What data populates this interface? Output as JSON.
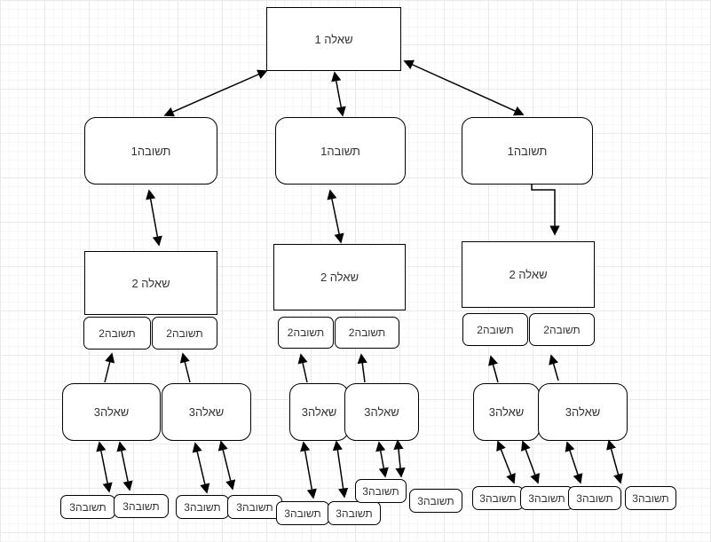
{
  "nodes": {
    "q1": "שאלה 1",
    "a1_left": "תשובה1",
    "a1_mid": "תשובה1",
    "a1_right": "תשובה1",
    "q2_left": "שאלה 2",
    "q2_mid": "שאלה 2",
    "q2_right": "שאלה 2",
    "a2_left_1": "תשובה2",
    "a2_left_2": "תשובה2",
    "a2_mid_1": "תשובה2",
    "a2_mid_2": "תשובה2",
    "a2_right_1": "תשובה2",
    "a2_right_2": "תשובה2",
    "q3_l1": "שאלה3",
    "q3_l2": "שאלה3",
    "q3_m1": "שאלה3",
    "q3_m2": "שאלה3",
    "q3_r1": "שאלה3",
    "q3_r2": "שאלה3",
    "a3_1": "תשובה3",
    "a3_2": "תשובה3",
    "a3_3": "תשובה3",
    "a3_4": "תשובה3",
    "a3_5": "תשובה3",
    "a3_6": "תשובה3",
    "a3_7": "תשובה3",
    "a3_8": "תשובה3",
    "a3_9": "תשובה3",
    "a3_10": "תשובה3",
    "a3_11": "תשובה3",
    "a3_12": "תשובה3"
  },
  "edges": [
    {
      "from": "q1",
      "to": "a1_left",
      "style": "double-arrow"
    },
    {
      "from": "q1",
      "to": "a1_mid",
      "style": "double-arrow"
    },
    {
      "from": "q1",
      "to": "a1_right",
      "style": "double-arrow"
    },
    {
      "from": "a1_left",
      "to": "q2_left",
      "style": "double-arrow"
    },
    {
      "from": "a1_mid",
      "to": "q2_mid",
      "style": "double-arrow"
    },
    {
      "from": "a1_right",
      "to": "q2_right",
      "style": "arrow-orthogonal"
    },
    {
      "from": "q3_l1",
      "to": "a2_left_1",
      "style": "arrow"
    },
    {
      "from": "q3_l2",
      "to": "a2_left_2",
      "style": "arrow"
    },
    {
      "from": "q3_m1",
      "to": "a2_mid_1",
      "style": "arrow"
    },
    {
      "from": "q3_m2",
      "to": "a2_mid_2",
      "style": "arrow"
    },
    {
      "from": "q3_r1",
      "to": "a2_right_1",
      "style": "arrow"
    },
    {
      "from": "q3_r2",
      "to": "a2_right_2",
      "style": "arrow"
    },
    {
      "from": "q3_l1",
      "to": "a3_1",
      "style": "double-arrow"
    },
    {
      "from": "q3_l1",
      "to": "a3_2",
      "style": "double-arrow"
    },
    {
      "from": "q3_l2",
      "to": "a3_3",
      "style": "double-arrow"
    },
    {
      "from": "q3_l2",
      "to": "a3_4",
      "style": "double-arrow"
    },
    {
      "from": "q3_m1",
      "to": "a3_5",
      "style": "double-arrow"
    },
    {
      "from": "q3_m1",
      "to": "a3_6",
      "style": "double-arrow"
    },
    {
      "from": "q3_m2",
      "to": "a3_7",
      "style": "double-arrow"
    },
    {
      "from": "q3_m2",
      "to": "a3_7",
      "style": "double-arrow"
    },
    {
      "from": "q3_r1",
      "to": "a3_9",
      "style": "double-arrow"
    },
    {
      "from": "q3_r1",
      "to": "a3_10",
      "style": "double-arrow"
    },
    {
      "from": "q3_r2",
      "to": "a3_11",
      "style": "double-arrow"
    },
    {
      "from": "q3_r2",
      "to": "a3_12",
      "style": "double-arrow"
    }
  ],
  "colors": {
    "node_fill": "#ffffff",
    "node_border": "#000000",
    "text": "#333333",
    "grid_minor": "#f6f6f6",
    "grid_major": "#e9e9e9"
  }
}
